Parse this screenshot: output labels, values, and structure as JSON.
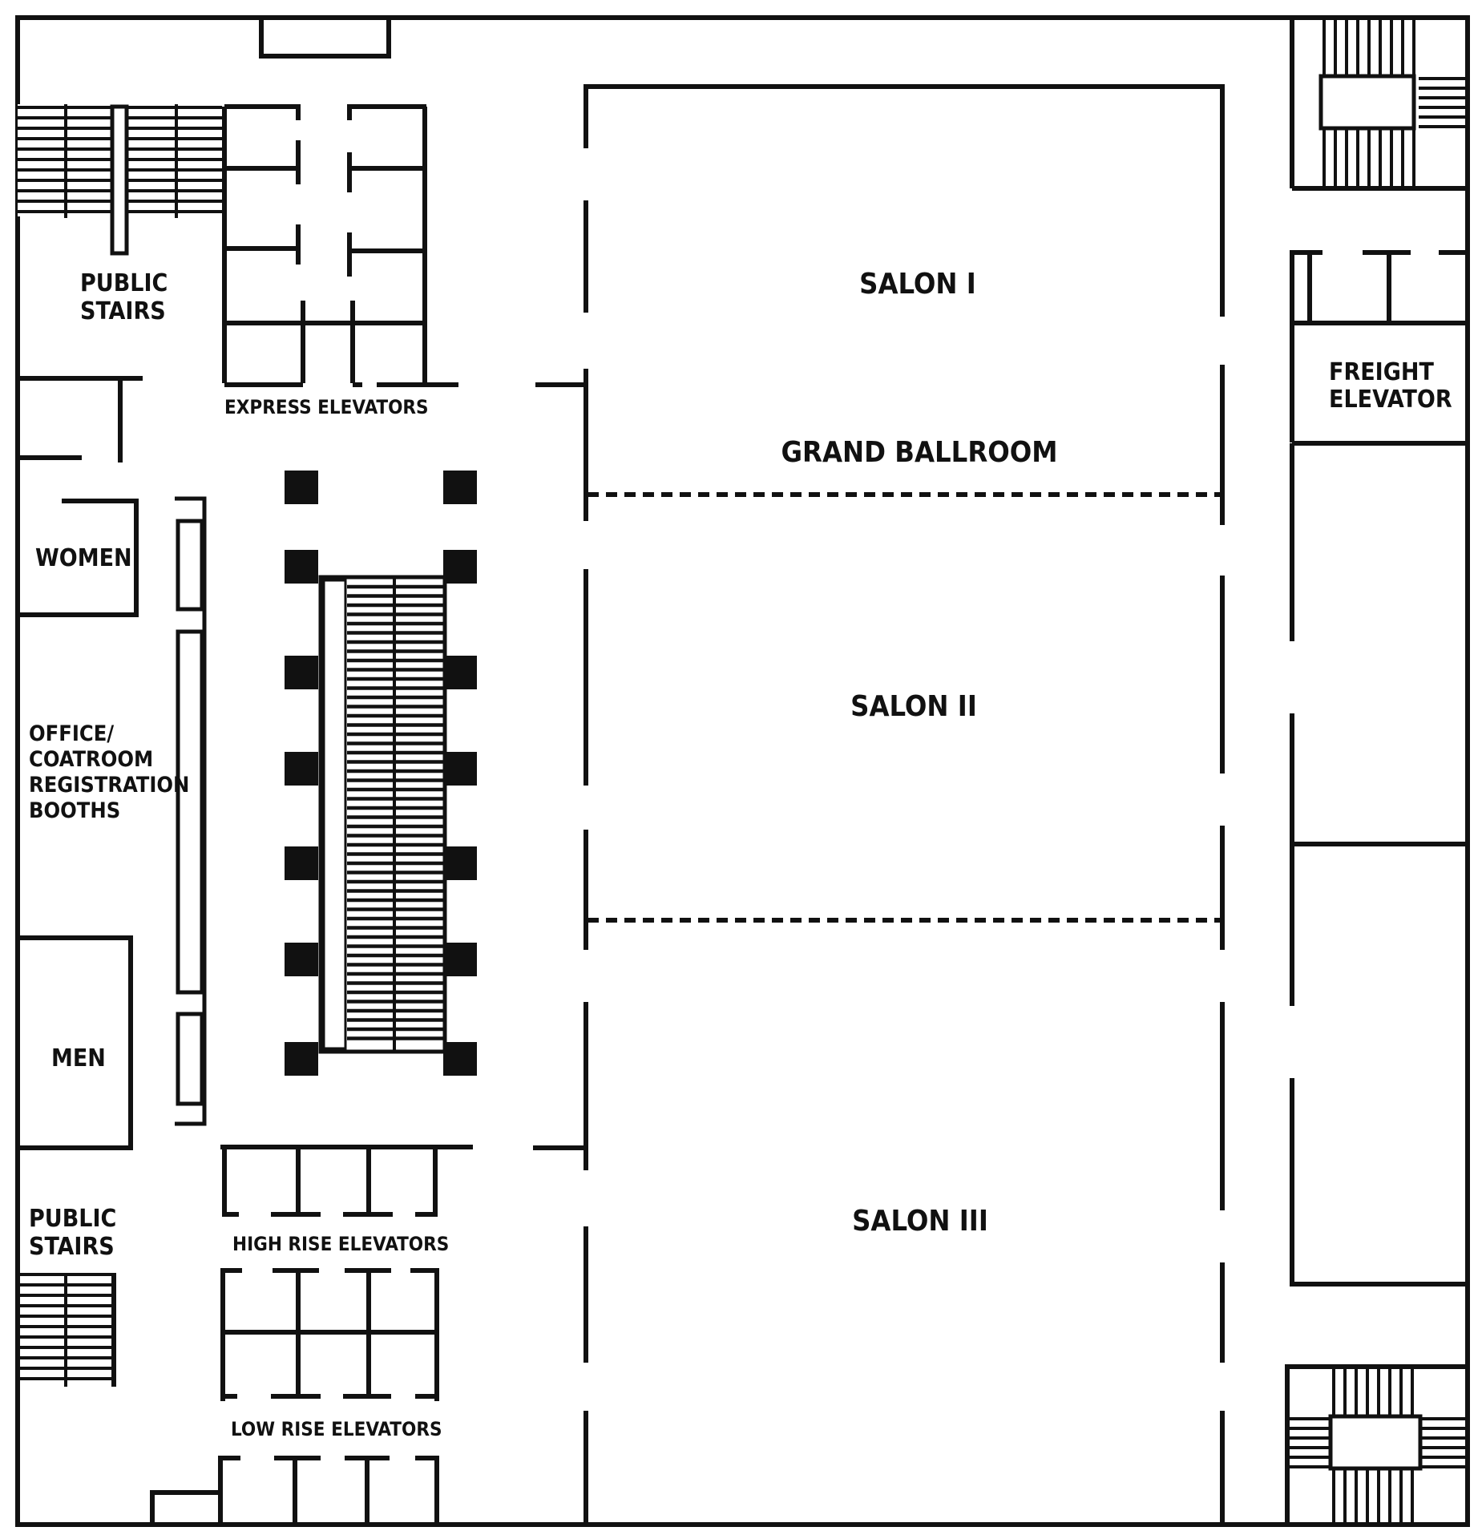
{
  "labels": {
    "public_stairs_top": [
      "PUBLIC",
      "STAIRS"
    ],
    "express_elevators": "EXPRESS ELEVATORS",
    "women": "WOMEN",
    "office": [
      "OFFICE/",
      "COATROOM",
      "REGISTRATION",
      "BOOTHS"
    ],
    "men": "MEN",
    "public_stairs_bottom": [
      "PUBLIC",
      "STAIRS"
    ],
    "high_rise_elevators": "HIGH RISE ELEVATORS",
    "low_rise_elevators": "LOW RISE ELEVATORS",
    "salon_1": "SALON I",
    "grand_ballroom": "GRAND BALLROOM",
    "salon_2": "SALON II",
    "salon_3": "SALON III",
    "freight_elevator": [
      "FREIGHT",
      "ELEVATOR"
    ]
  }
}
